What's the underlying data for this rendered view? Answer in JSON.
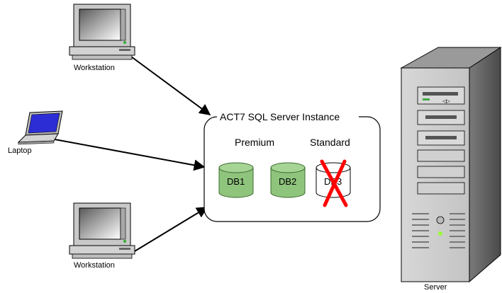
{
  "devices": {
    "workstation_top": {
      "label": "Workstation"
    },
    "laptop": {
      "label": "Laptop"
    },
    "workstation_bottom": {
      "label": "Workstation"
    },
    "server": {
      "label": "Server"
    }
  },
  "instance": {
    "title": "ACT7 SQL Server Instance",
    "group_premium": "Premium",
    "group_standard": "Standard",
    "databases": [
      {
        "label": "DB1",
        "color": "#8fc47d",
        "status": "active"
      },
      {
        "label": "DB2",
        "color": "#8fc47d",
        "status": "active"
      },
      {
        "label": "DB3",
        "color": "#ffffff",
        "status": "blocked"
      }
    ]
  },
  "colors": {
    "db_active": "#8fc47d",
    "db_outline": "#3b6b2e",
    "cross": "#ff0000",
    "laptop_screen": "#2d2dd6",
    "computer_body": "#c8c8c8"
  }
}
